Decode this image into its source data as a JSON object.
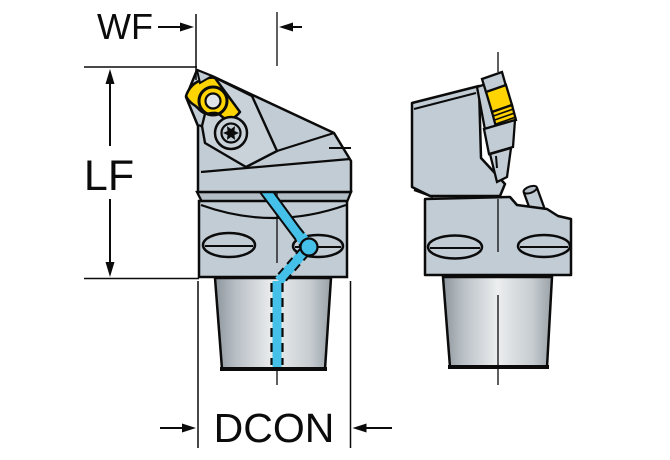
{
  "drawing": {
    "labels": {
      "wf": "WF",
      "lf": "LF",
      "dcon": "DCON"
    }
  },
  "colors": {
    "c-bg": "#ffffff",
    "c-line": "#0b0b0b",
    "c-body": "#c2ccd4",
    "c-shade": "#b2bdc6",
    "c-clamp": "#c9d2d9",
    "c-yellow": "#ffd400",
    "c-blue": "#45c0e8",
    "c-hole": "#dfe5e9",
    "c-coupling-dark": "#8e969d",
    "c-coupling-mid": "#b8bfc5",
    "c-coupling-light": "#eceeef",
    "c-coupling-edge": "#9aa2a8"
  }
}
